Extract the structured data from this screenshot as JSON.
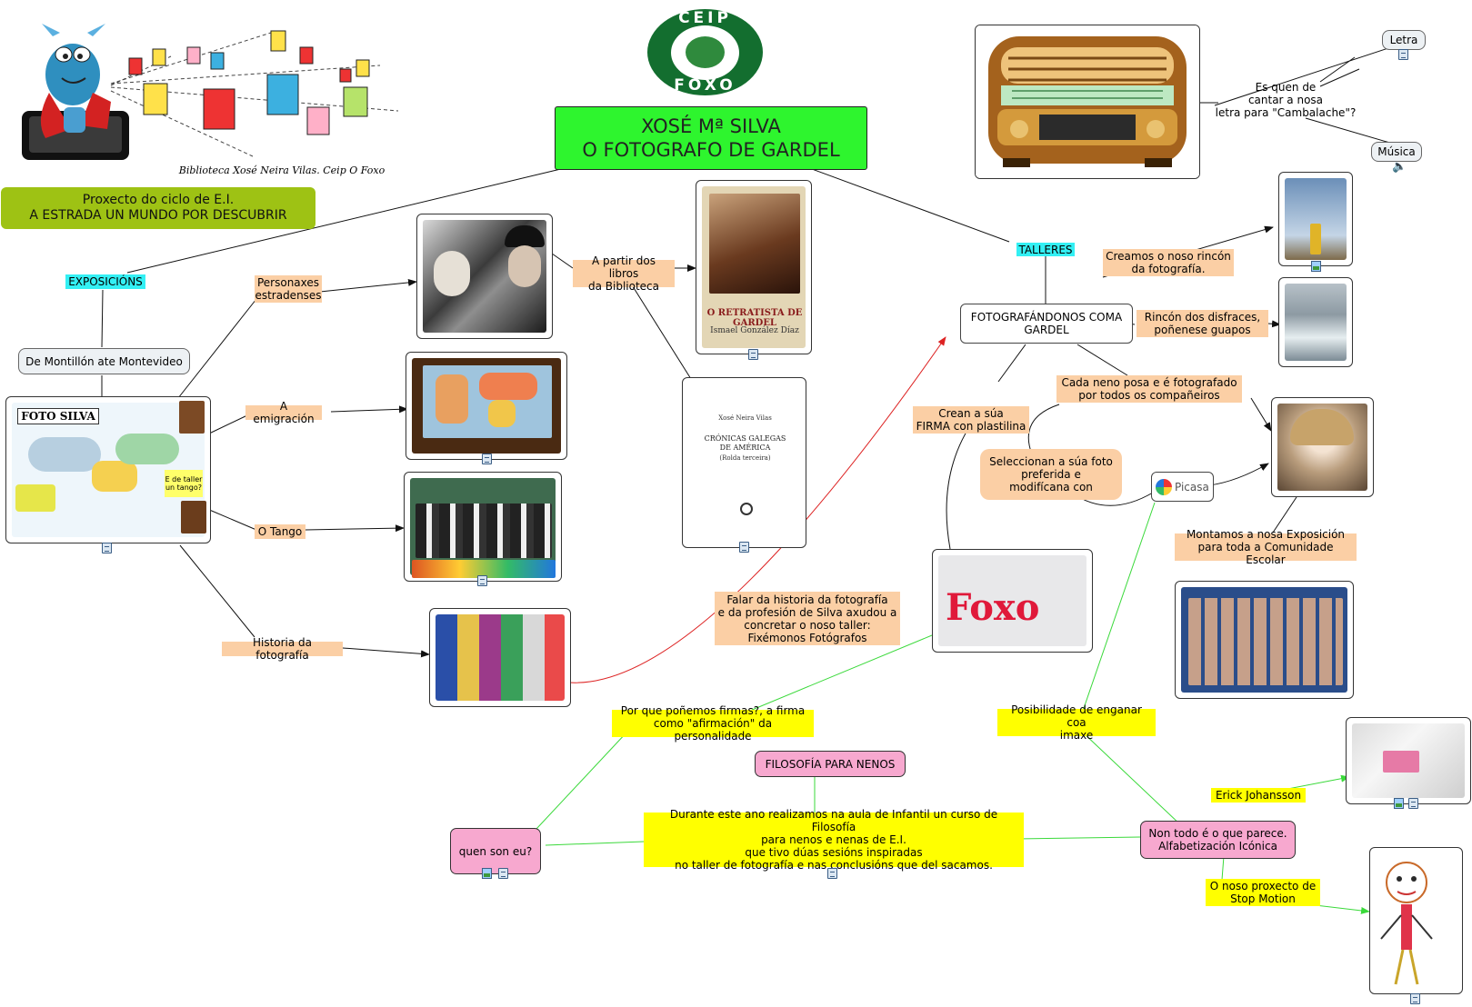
{
  "header": {
    "title_line1": "XOSÉ Mª SILVA",
    "title_line2": "O FOTOGRAFO DE GARDEL",
    "project": "Proxecto do ciclo de E.I.\nA ESTRADA UN MUNDO POR DESCUBRIR",
    "library_caption": "Biblioteca Xosé Neira Vilas. Ceip O Foxo",
    "logo_top": "CEIP",
    "logo_bottom": "FOXO"
  },
  "nodes": {
    "exposicions": "EXPOSICIÓNS",
    "montillon": "De Montillón ate Montevideo",
    "personaxes": "Personaxes\nestradenses",
    "emigracion": "A emigración",
    "tango": "O Tango",
    "historia": "Historia da fotografía",
    "libros": "A partir dos libros\nda Biblioteca",
    "falar": "Falar da historia da fotografía\ne da profesión de Silva axudou a\nconcretar o noso taller:\nFixémonos Fotógrafos",
    "talleres": "TALLERES",
    "fotografandonos": "FOTOGRAFÁNDONOS COMA\nGARDEL",
    "creamos": "Creamos o noso rincón\nda fotografía.",
    "rincon": "Rincón dos disfraces,\npoñenese guapos",
    "cada_neno": "Cada neno posa e é fotografado\npor todos os compañeiros",
    "crean_firma": "Crean a súa\nFIRMA con plastilina",
    "seleccionan": "Seleccionan a súa foto\npreferida e\nmodifícana con",
    "picasa": "Picasa",
    "montamos": "Montamos a nosa Exposición\npara toda a Comunidade Escolar",
    "por_que": "Por que poñemos firmas?, a firma\ncomo \"afirmación\" da personalidade",
    "filosofia": "FILOSOFÍA PARA NENOS",
    "durante": "Durante este ano realizamos na aula de Infantil un curso de Filosofía\npara nenos e nenas de E.I.\nque tivo dúas sesións inspiradas\nno taller de fotografía e nas conclusións que del sacamos.",
    "quen": "quen son eu?",
    "posibilidade": "Posibilidade de enganar coa\nimaxe",
    "non_todo": "Non todo é o que parece.\nAlfabetización Icónica",
    "erick": "Erick Johansson",
    "stop_motion": "O noso proxecto de\nStop Motion",
    "es_quen": "Es quen de\ncantar a nosa\nletra para \"Cambalache\"?",
    "letra": "Letra",
    "musica": "Música"
  },
  "images": {
    "book_retratista_title": "O RETRATISTA DE GARDEL",
    "book_retratista_author": "Ismael González Díaz",
    "book_cronicas_author": "Xosé Neira Vilas",
    "book_cronicas_title": "CRÓNICAS GALEGAS\nDE AMÉRICA",
    "book_cronicas_sub": "(Rolda terceira)",
    "poster_title": "FOTO SILVA",
    "foxo_word": "Foxo",
    "thumb_bubble": "E de taller un tango?"
  }
}
